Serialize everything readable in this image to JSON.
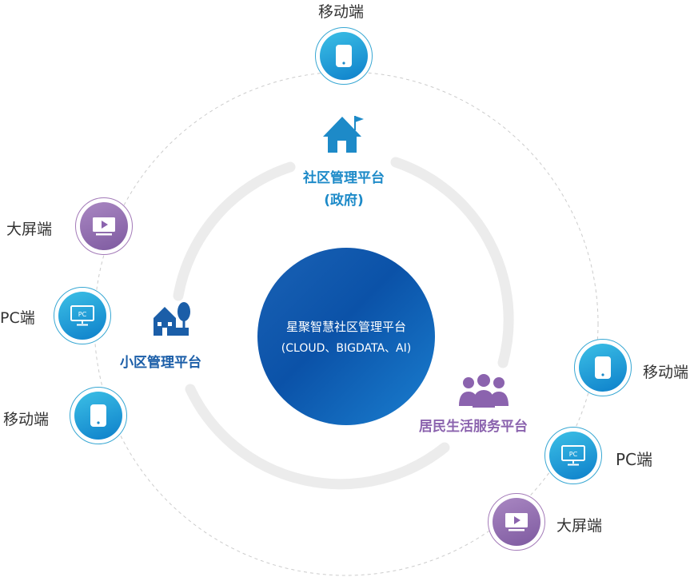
{
  "center": {
    "line1": "星聚智慧社区管理平台",
    "line2": "(CLOUD、BIGDATA、AI)"
  },
  "platforms": {
    "community": {
      "name": "社区管理平台",
      "sub": "(政府)",
      "icon": "house-flag-icon",
      "color": "#1d8ac8"
    },
    "estate": {
      "name": "小区管理平台",
      "icon": "building-tree-icon",
      "color": "#1b5ea8"
    },
    "resident": {
      "name": "居民生活服务平台",
      "icon": "people-group-icon",
      "color": "#8b63ae"
    }
  },
  "nodes": {
    "top_mobile": "移动端",
    "left_bigscreen": "大屏端",
    "left_pc": "PC端",
    "left_mobile": "移动端",
    "right_mobile": "移动端",
    "right_pc": "PC端",
    "right_bigscreen": "大屏端",
    "pc_badge": "PC"
  },
  "colors": {
    "blue": "#1d8ac8",
    "purple": "#8b63ae",
    "ring": "#ececec",
    "center": "#0b52a8"
  }
}
